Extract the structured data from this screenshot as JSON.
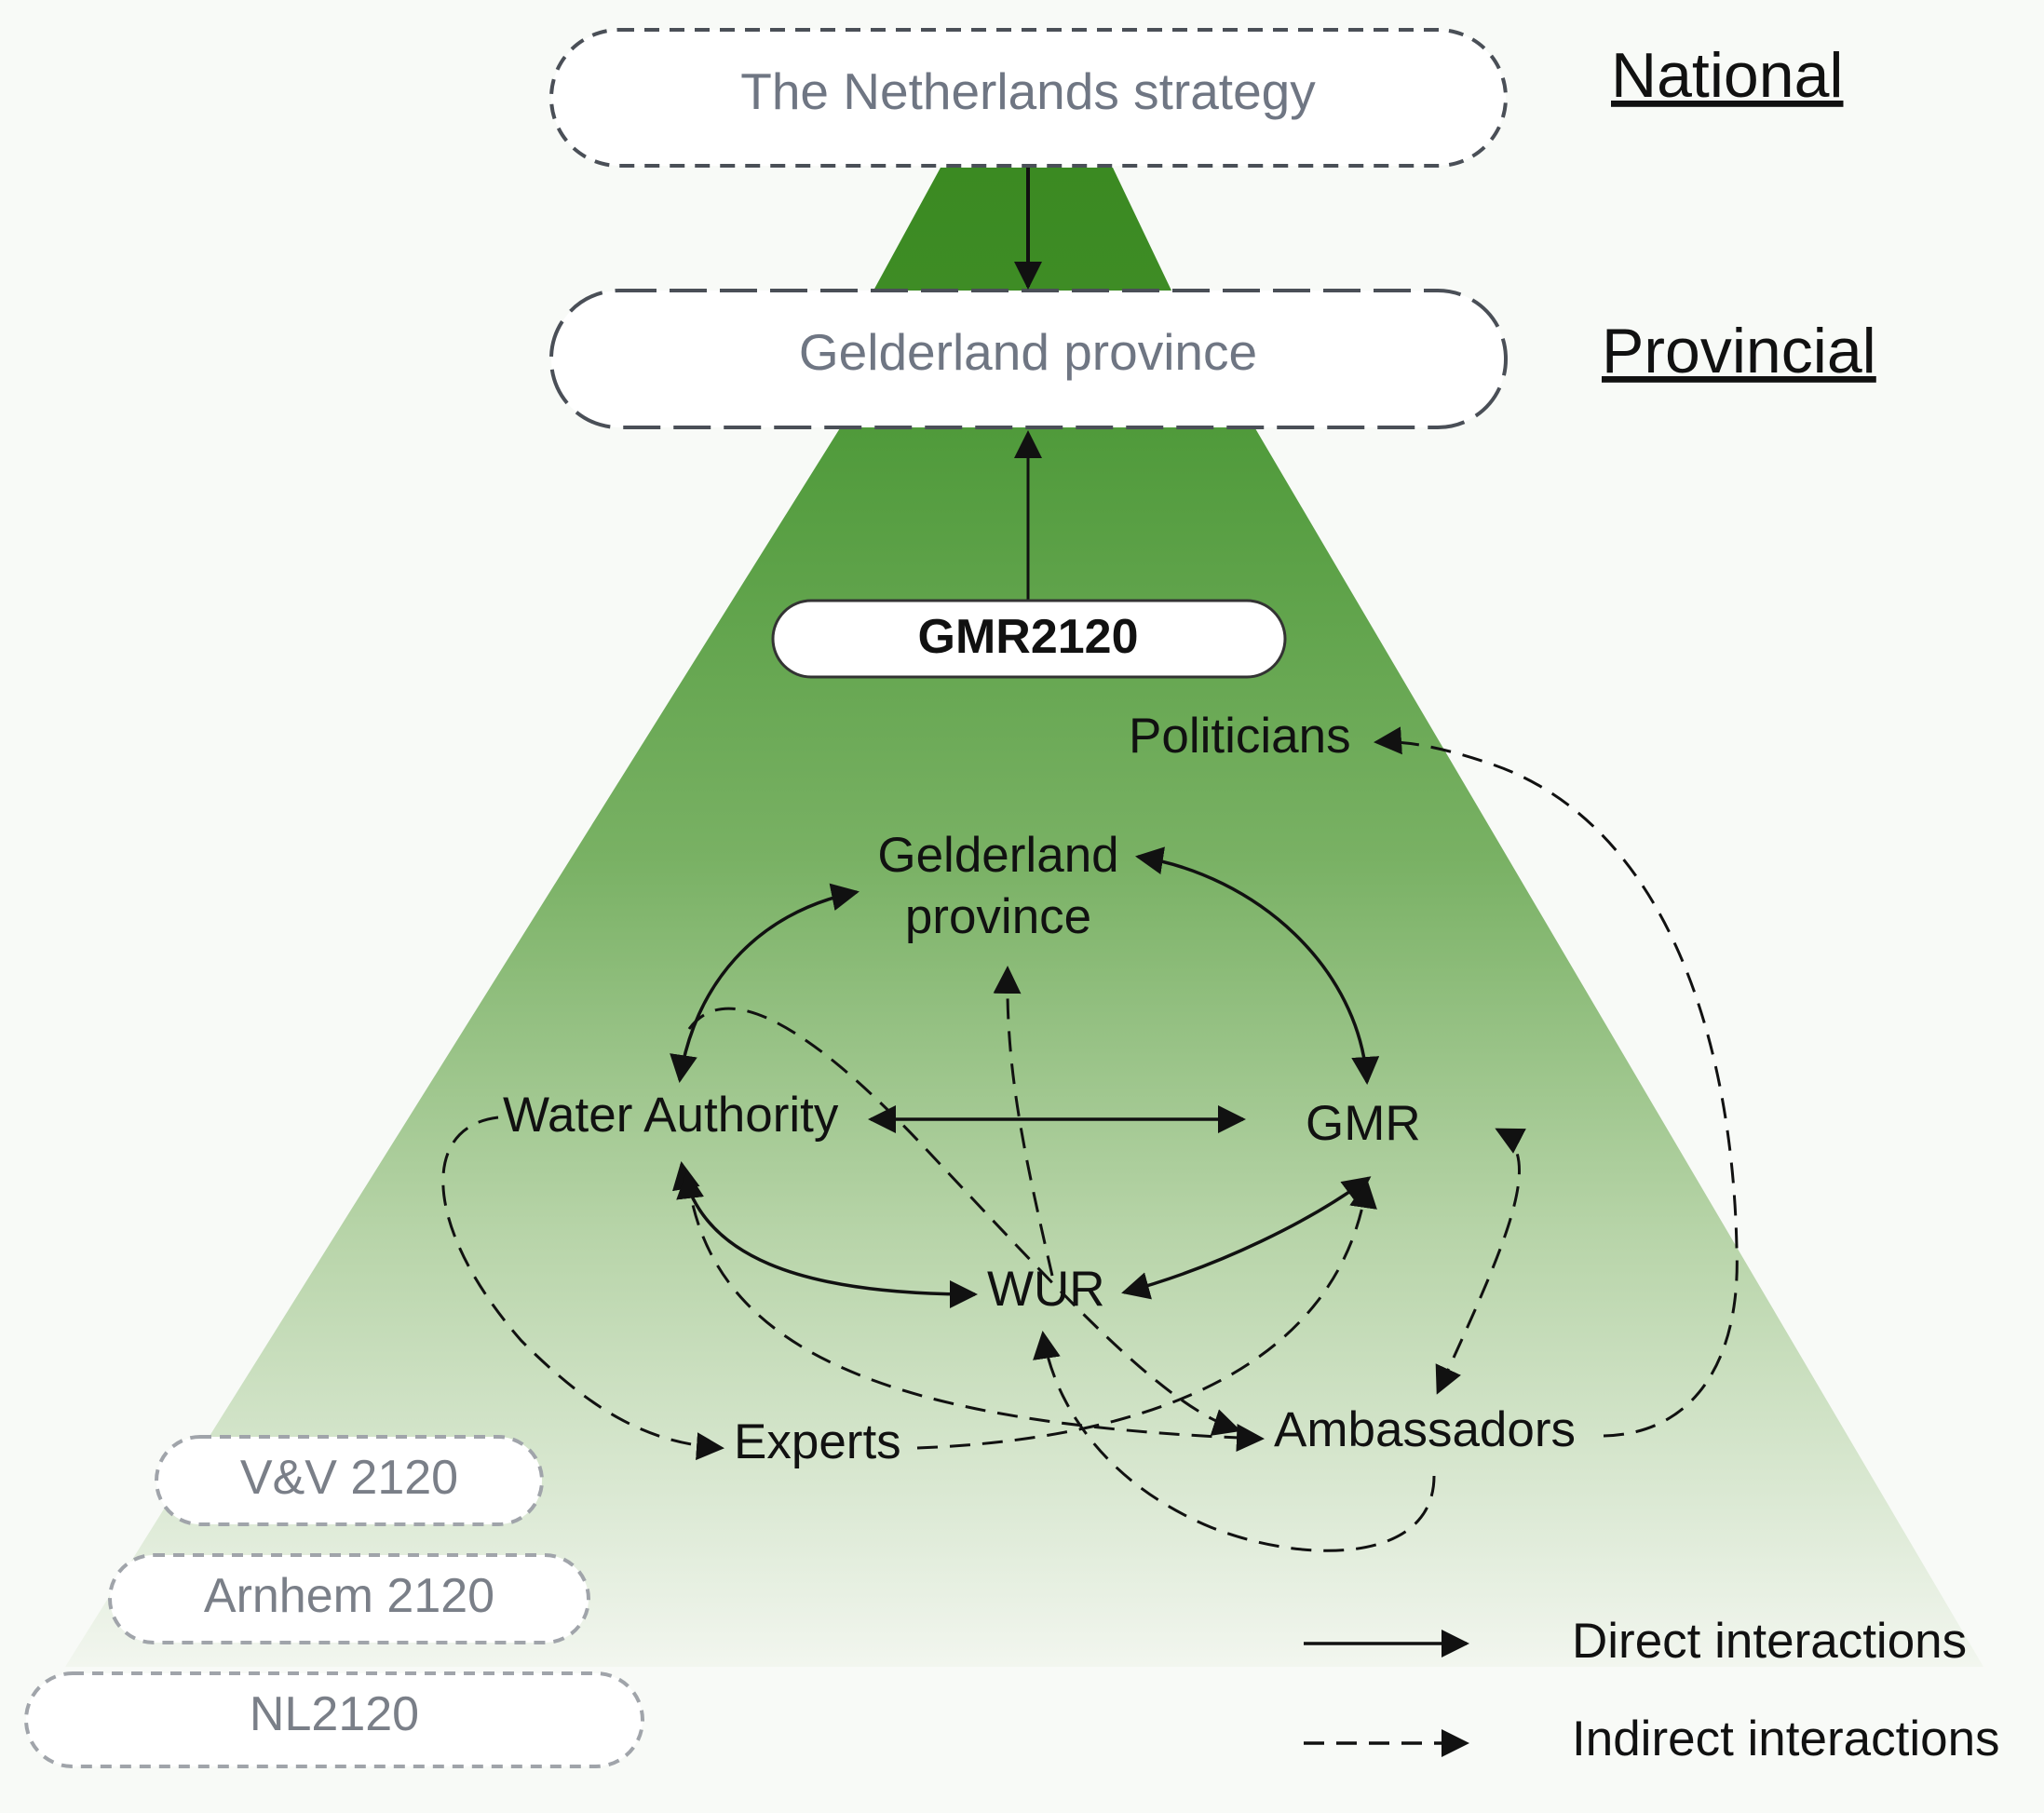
{
  "levels": {
    "national": "National",
    "provincial": "Provincial"
  },
  "top_boxes": {
    "national_strategy": "The Netherlands strategy",
    "province": "Gelderland province"
  },
  "main_project": "GMR2120",
  "actors": {
    "politicians": "Politicians",
    "gelderland_line1": "Gelderland",
    "gelderland_line2": "province",
    "water_authority": "Water Authority",
    "gmr": "GMR",
    "wur": "WUR",
    "experts": "Experts",
    "ambassadors": "Ambassadors"
  },
  "related_projects": [
    "V&V 2120",
    "Arnhem 2120",
    "NL2120"
  ],
  "legend": {
    "direct": "Direct interactions",
    "indirect": "Indirect interactions"
  },
  "colors": {
    "green_dark": "#3b8a22",
    "green_mid": "#7db56a",
    "green_light": "#e8f0e3",
    "dashed_border": "#4a4f57",
    "muted_text": "#6f7683"
  }
}
